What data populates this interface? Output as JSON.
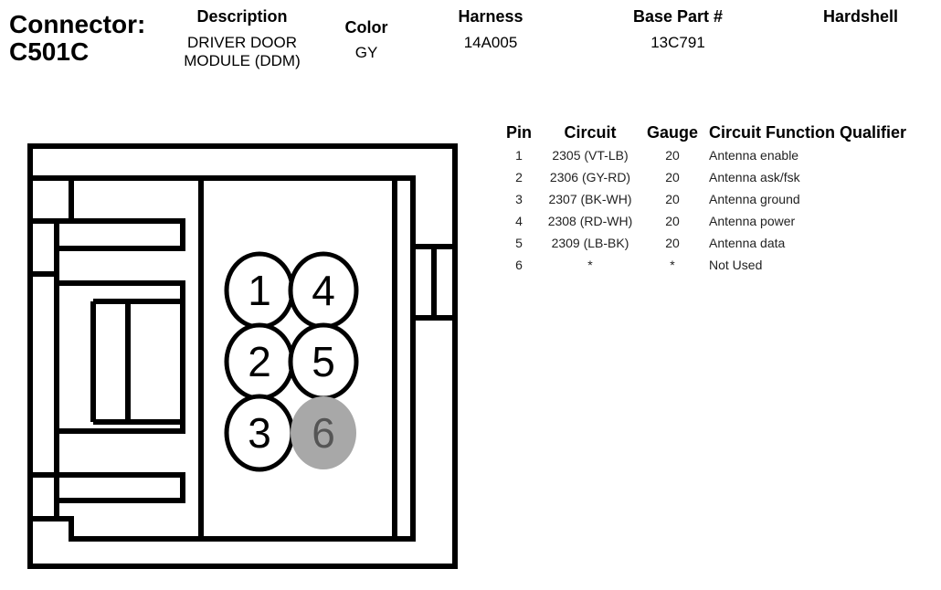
{
  "connector": {
    "label": "Connector:",
    "id": "C501C"
  },
  "header": {
    "description_label": "Description",
    "description_line1": "DRIVER DOOR",
    "description_line2": "MODULE (DDM)",
    "color_label": "Color",
    "color_value": "GY",
    "harness_label": "Harness",
    "harness_value": "14A005",
    "base_part_label": "Base Part #",
    "base_part_value": "13C791",
    "hardshell_label": "Hardshell"
  },
  "table": {
    "columns": [
      "Pin",
      "Circuit",
      "Gauge",
      "Circuit Function Qualifier"
    ],
    "rows": [
      {
        "pin": "1",
        "circuit": "2305 (VT-LB)",
        "gauge": "20",
        "function": "Antenna enable"
      },
      {
        "pin": "2",
        "circuit": "2306 (GY-RD)",
        "gauge": "20",
        "function": "Antenna ask/fsk"
      },
      {
        "pin": "3",
        "circuit": "2307 (BK-WH)",
        "gauge": "20",
        "function": "Antenna ground"
      },
      {
        "pin": "4",
        "circuit": "2308 (RD-WH)",
        "gauge": "20",
        "function": "Antenna power"
      },
      {
        "pin": "5",
        "circuit": "2309 (LB-BK)",
        "gauge": "20",
        "function": "Antenna data"
      },
      {
        "pin": "6",
        "circuit": "*",
        "gauge": "*",
        "function": "Not Used"
      }
    ]
  },
  "diagram": {
    "pins": [
      {
        "number": "1",
        "used": true
      },
      {
        "number": "4",
        "used": true
      },
      {
        "number": "2",
        "used": true
      },
      {
        "number": "5",
        "used": true
      },
      {
        "number": "3",
        "used": true
      },
      {
        "number": "6",
        "used": false
      }
    ],
    "colors": {
      "outline": "#000000",
      "pin_fill": "#ffffff",
      "unused_pin_fill": "#a8a8a8",
      "unused_pin_text": "#555555"
    }
  }
}
